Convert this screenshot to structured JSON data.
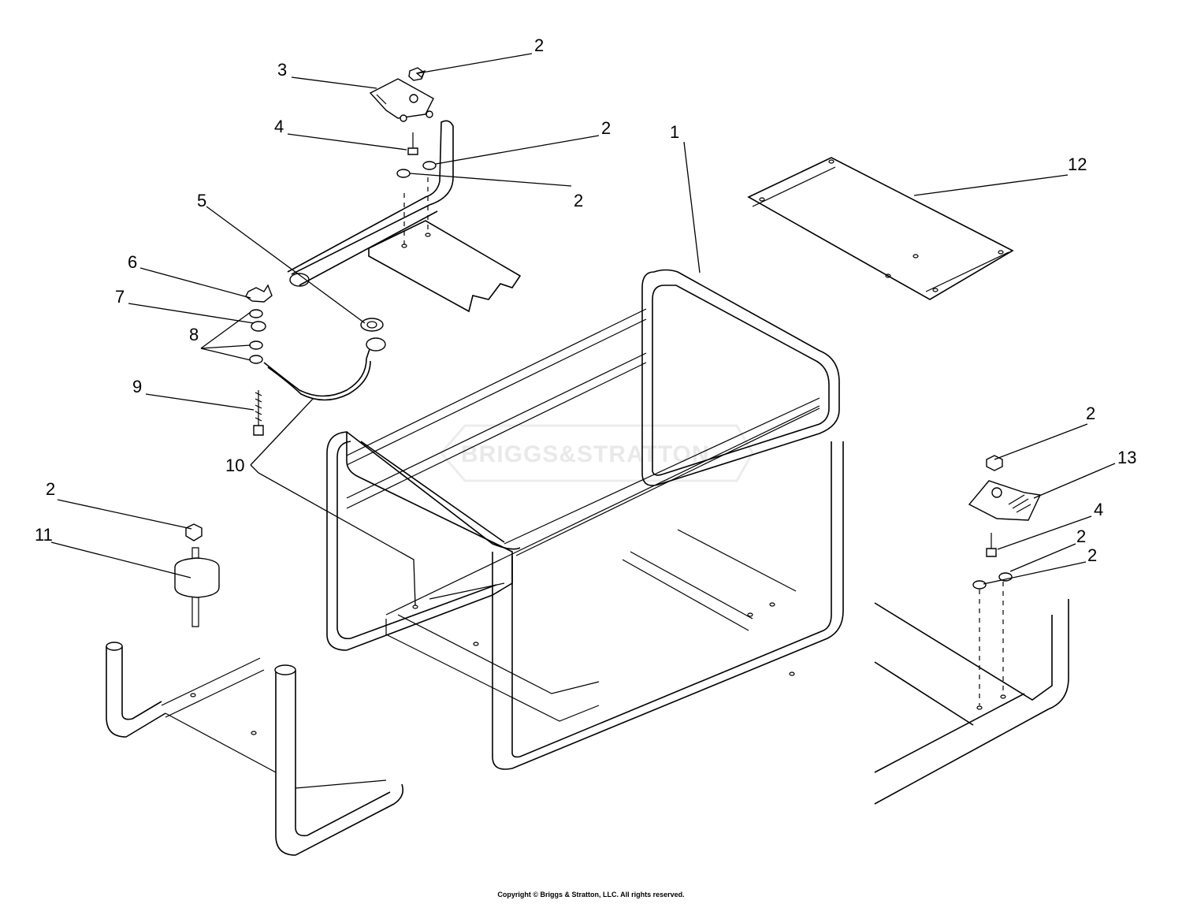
{
  "watermark": "BRIGGS&STRATTON",
  "copyright": "Copyright © Briggs & Stratton, LLC. All rights reserved.",
  "callouts": {
    "c1": "1",
    "c2": "2",
    "c3": "3",
    "c4": "4",
    "c5": "5",
    "c6": "6",
    "c7": "7",
    "c8": "8",
    "c9": "9",
    "c10": "10",
    "c11": "11",
    "c12": "12",
    "c13": "13"
  }
}
